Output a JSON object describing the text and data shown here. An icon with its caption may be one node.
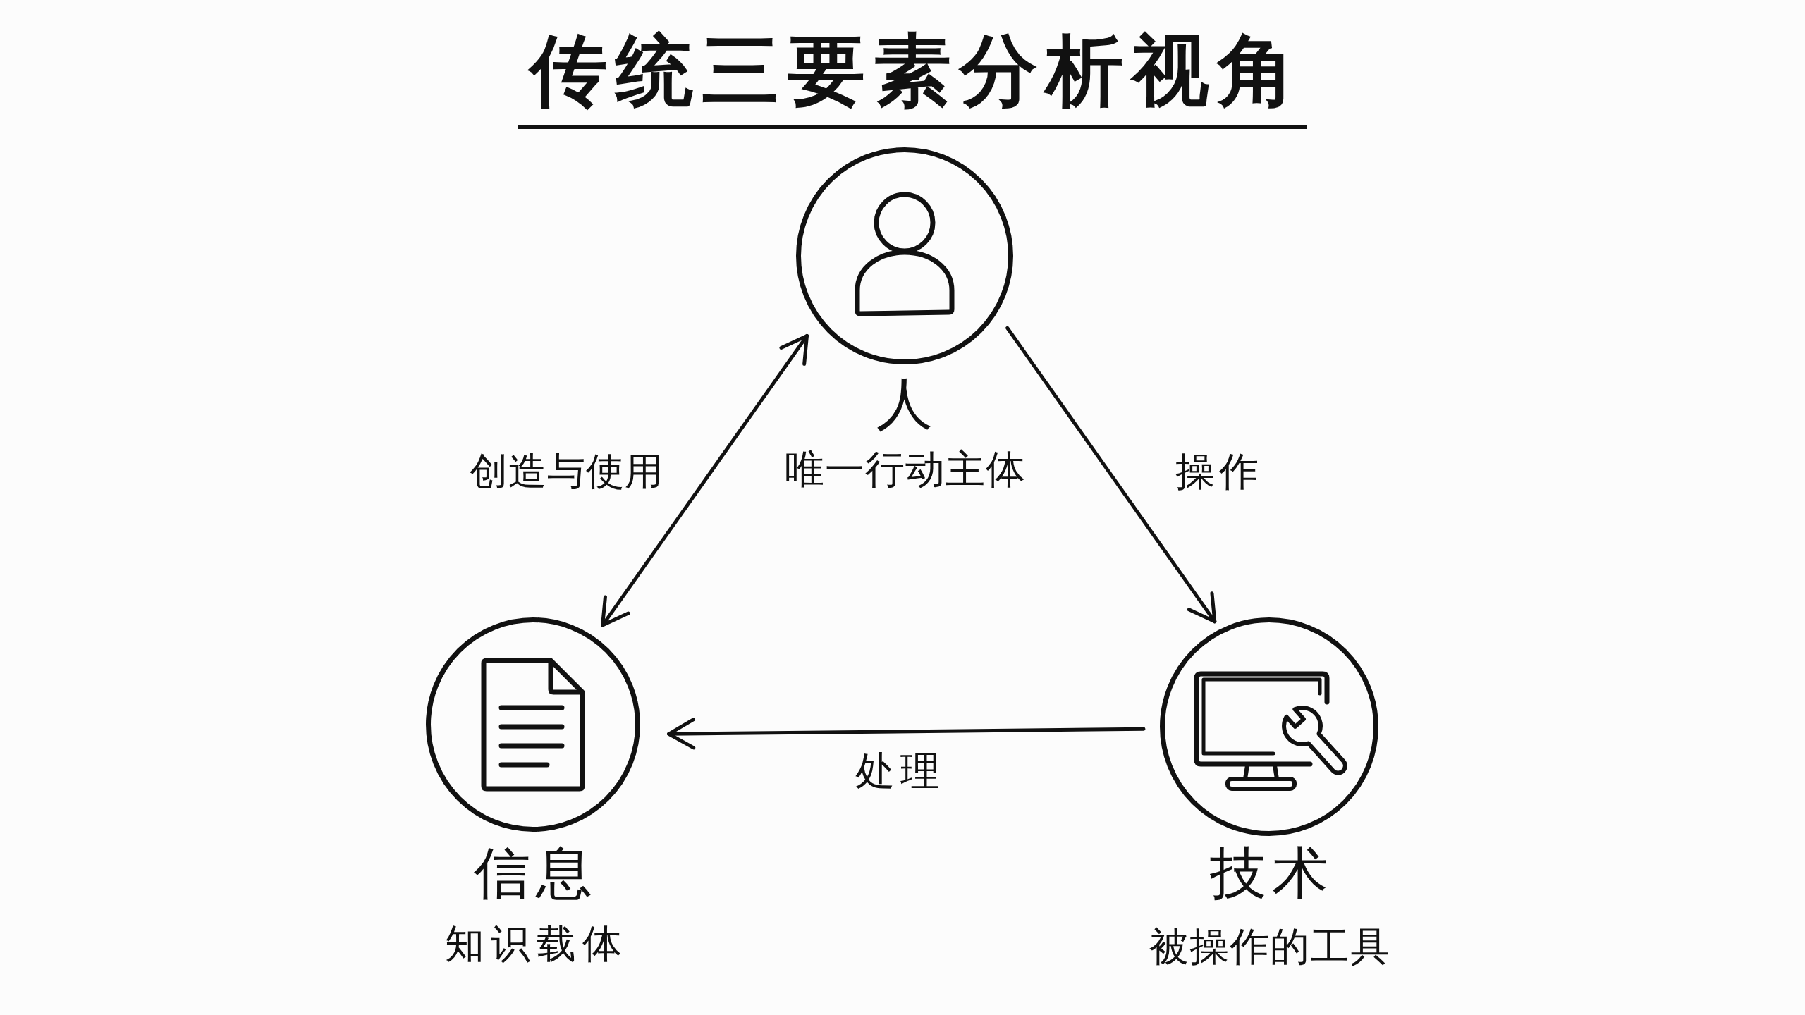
{
  "diagram": {
    "title": "传统三要素分析视角",
    "nodes": [
      {
        "text": [
          "人"
        ],
        "beside": [
          "唯一行动主体"
        ]
      },
      {
        "text": [
          "信息"
        ],
        "beside": [
          "知识载体"
        ]
      },
      {
        "text": [
          "技术"
        ],
        "beside": [
          "被操作的工具"
        ]
      }
    ],
    "edges": [
      {
        "from": 0,
        "to": 1,
        "arrow": "both",
        "label": "创造与使用"
      },
      {
        "from": 0,
        "to": 2,
        "arrow": "to",
        "label": "操作"
      },
      {
        "from": 2,
        "to": 1,
        "arrow": "to",
        "label": "处理"
      }
    ]
  }
}
